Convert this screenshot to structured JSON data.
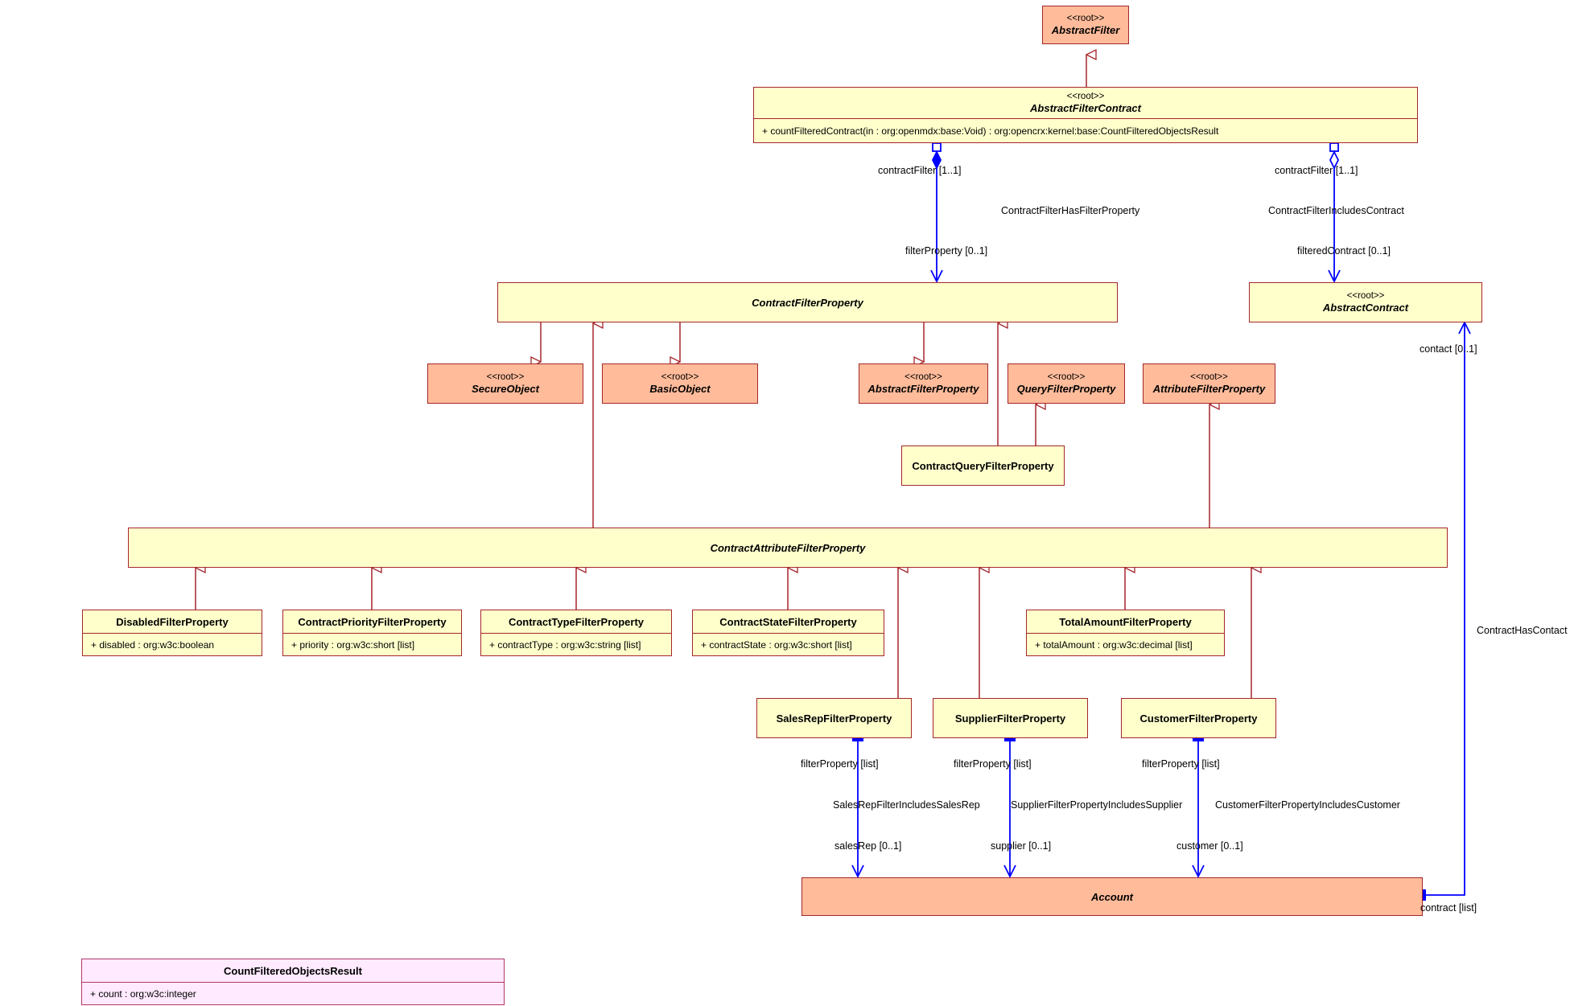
{
  "stereotype": "<<root>>",
  "classes": {
    "abstract_filter": {
      "name": "AbstractFilter"
    },
    "abstract_filter_contract": {
      "name": "AbstractFilterContract",
      "operation": "+ countFilteredContract(in : org:openmdx:base:Void) : org:opencrx:kernel:base:CountFilteredObjectsResult"
    },
    "contract_filter_property": {
      "name": "ContractFilterProperty"
    },
    "abstract_contract": {
      "name": "AbstractContract"
    },
    "secure_object": {
      "name": "SecureObject"
    },
    "basic_object": {
      "name": "BasicObject"
    },
    "abstract_filter_property": {
      "name": "AbstractFilterProperty"
    },
    "query_filter_property": {
      "name": "QueryFilterProperty"
    },
    "attribute_filter_property": {
      "name": "AttributeFilterProperty"
    },
    "contract_query_filter_property": {
      "name": "ContractQueryFilterProperty"
    },
    "contract_attribute_filter_property": {
      "name": "ContractAttributeFilterProperty"
    },
    "disabled_filter_property": {
      "name": "DisabledFilterProperty",
      "attribute": "+ disabled : org:w3c:boolean"
    },
    "contract_priority_filter_property": {
      "name": "ContractPriorityFilterProperty",
      "attribute": "+ priority : org:w3c:short [list]"
    },
    "contract_type_filter_property": {
      "name": "ContractTypeFilterProperty",
      "attribute": "+ contractType : org:w3c:string [list]"
    },
    "contract_state_filter_property": {
      "name": "ContractStateFilterProperty",
      "attribute": "+ contractState : org:w3c:short [list]"
    },
    "total_amount_filter_property": {
      "name": "TotalAmountFilterProperty",
      "attribute": "+ totalAmount : org:w3c:decimal [list]"
    },
    "sales_rep_filter_property": {
      "name": "SalesRepFilterProperty"
    },
    "supplier_filter_property": {
      "name": "SupplierFilterProperty"
    },
    "customer_filter_property": {
      "name": "CustomerFilterProperty"
    },
    "account": {
      "name": "Account"
    },
    "count_filtered_objects_result": {
      "name": "CountFilteredObjectsResult",
      "attribute": "+ count : org:w3c:integer"
    }
  },
  "associations": {
    "has_filter_property": {
      "name": "ContractFilterHasFilterProperty",
      "source_end": "contractFilter [1..1]",
      "target_end": "filterProperty [0..1]"
    },
    "includes_contract": {
      "name": "ContractFilterIncludesContract",
      "source_end": "contractFilter [1..1]",
      "target_end": "filteredContract [0..1]"
    },
    "has_contact": {
      "name": "ContractHasContact",
      "source_end": "contract [list]",
      "target_end": "contact [0..1]"
    },
    "sales_rep": {
      "name": "SalesRepFilterIncludesSalesRep",
      "source_end": "filterProperty [list]",
      "target_end": "salesRep [0..1]"
    },
    "supplier": {
      "name": "SupplierFilterPropertyIncludesSupplier",
      "source_end": "filterProperty [list]",
      "target_end": "supplier [0..1]"
    },
    "customer": {
      "name": "CustomerFilterPropertyIncludesCustomer",
      "source_end": "filterProperty [list]",
      "target_end": "customer [0..1]"
    }
  },
  "colors": {
    "root_fill": "#ffbb9a",
    "class_fill": "#ffffcc",
    "datatype_fill": "#ffeaff",
    "border": "#a5262b",
    "association_line": "#0000ff"
  }
}
